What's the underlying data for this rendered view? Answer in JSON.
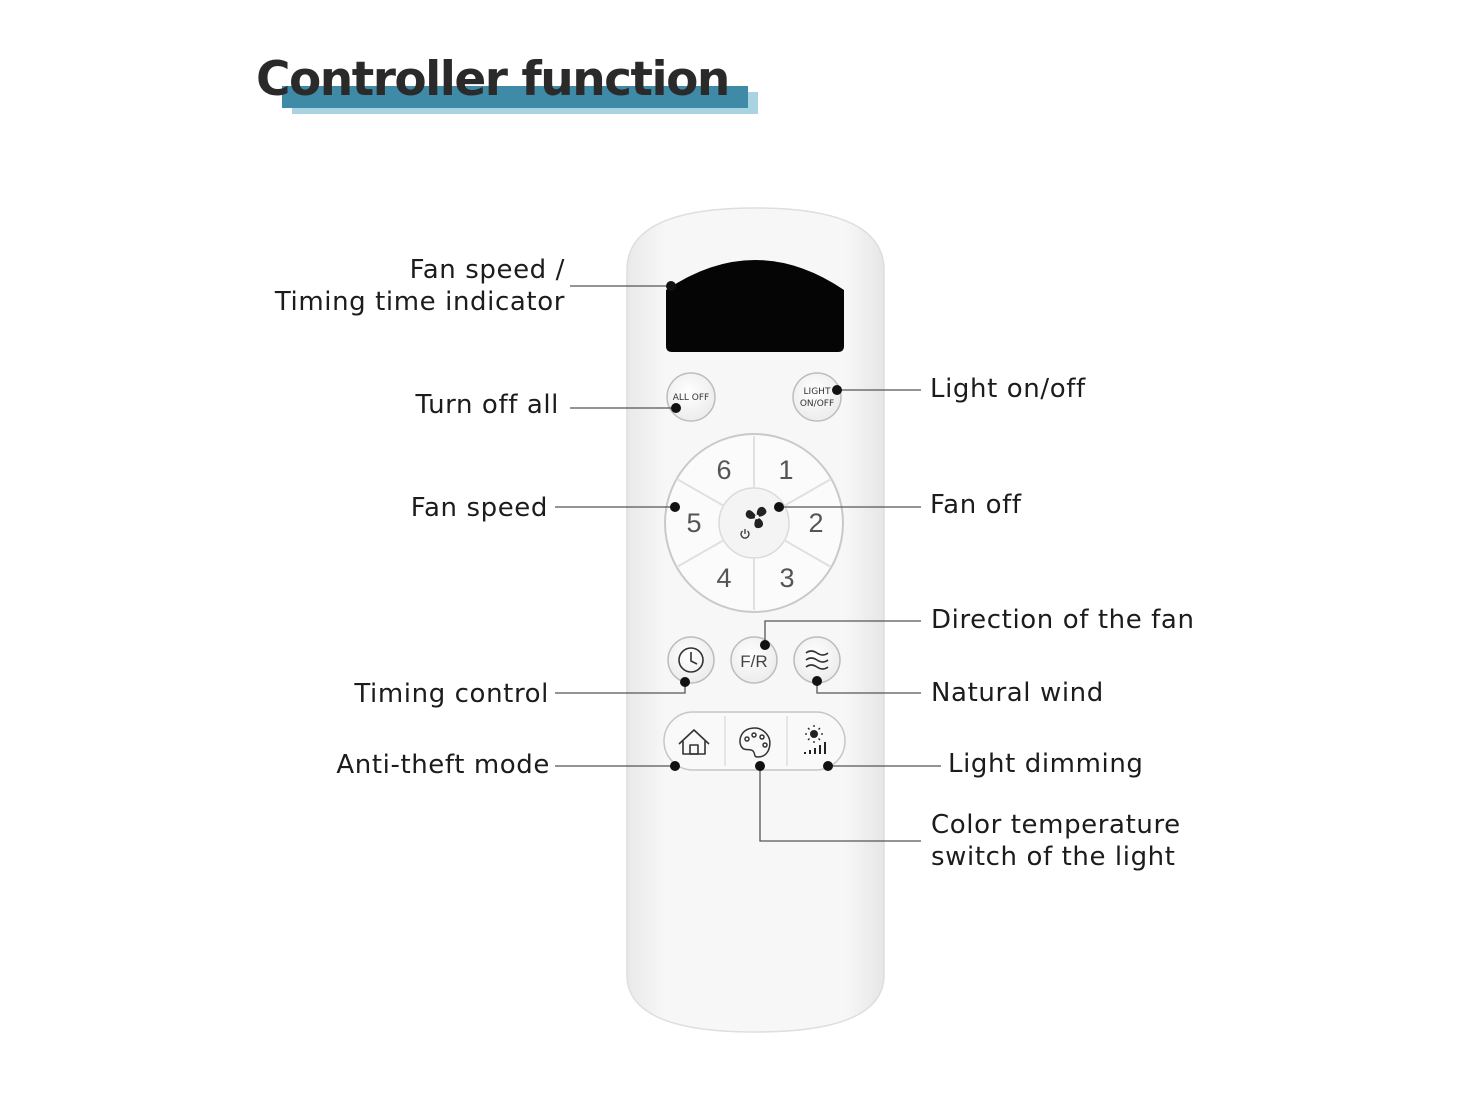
{
  "title": "Controller function",
  "remote": {
    "all_off_label": "ALL OFF",
    "light_label_line1": "LIGHT",
    "light_label_line2": "ON/OFF",
    "fr_label": "F/R",
    "speed_numbers": [
      "1",
      "2",
      "3",
      "4",
      "5",
      "6"
    ]
  },
  "labels": {
    "indicator_line1": "Fan speed /",
    "indicator_line2": "Timing time indicator",
    "turn_off_all": "Turn off all",
    "fan_speed": "Fan speed",
    "timing_control": "Timing control",
    "anti_theft": "Anti-theft mode",
    "light_onoff": "Light on/off",
    "fan_off": "Fan off",
    "direction": "Direction of the fan",
    "natural_wind": "Natural wind",
    "light_dimming": "Light dimming",
    "color_temp_line1": "Color temperature",
    "color_temp_line2": "switch of the light"
  },
  "colors": {
    "title_bar": "#3f8aa7",
    "title_bar_light": "#a9d3e1",
    "text": "#1c1c1c",
    "remote_body": "#f6f6f6"
  },
  "icons": [
    "fan-icon",
    "power-icon",
    "clock-icon",
    "wind-icon",
    "home-icon",
    "palette-icon",
    "brightness-icon"
  ]
}
